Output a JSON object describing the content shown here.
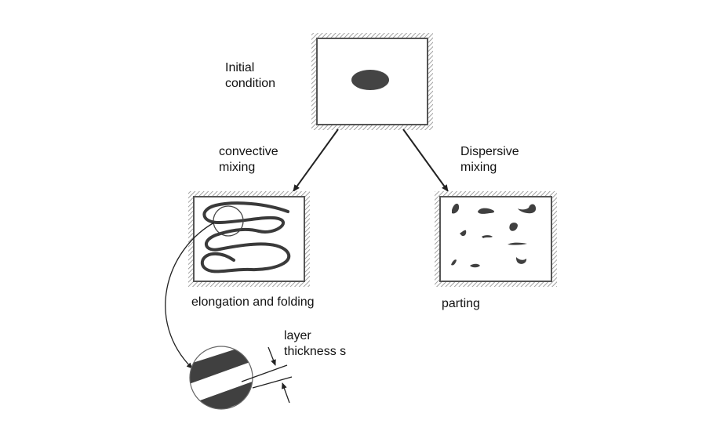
{
  "labels": {
    "initial": [
      "Initial",
      "condition"
    ],
    "convective": [
      "convective",
      "mixing"
    ],
    "dispersive": [
      "Dispersive",
      "mixing"
    ],
    "elongation": "elongation and folding",
    "parting": "parting",
    "layer": [
      "layer",
      "thickness s"
    ]
  },
  "colors": {
    "ink": "#333333",
    "blob": "#444444",
    "hatch": "#999999"
  }
}
